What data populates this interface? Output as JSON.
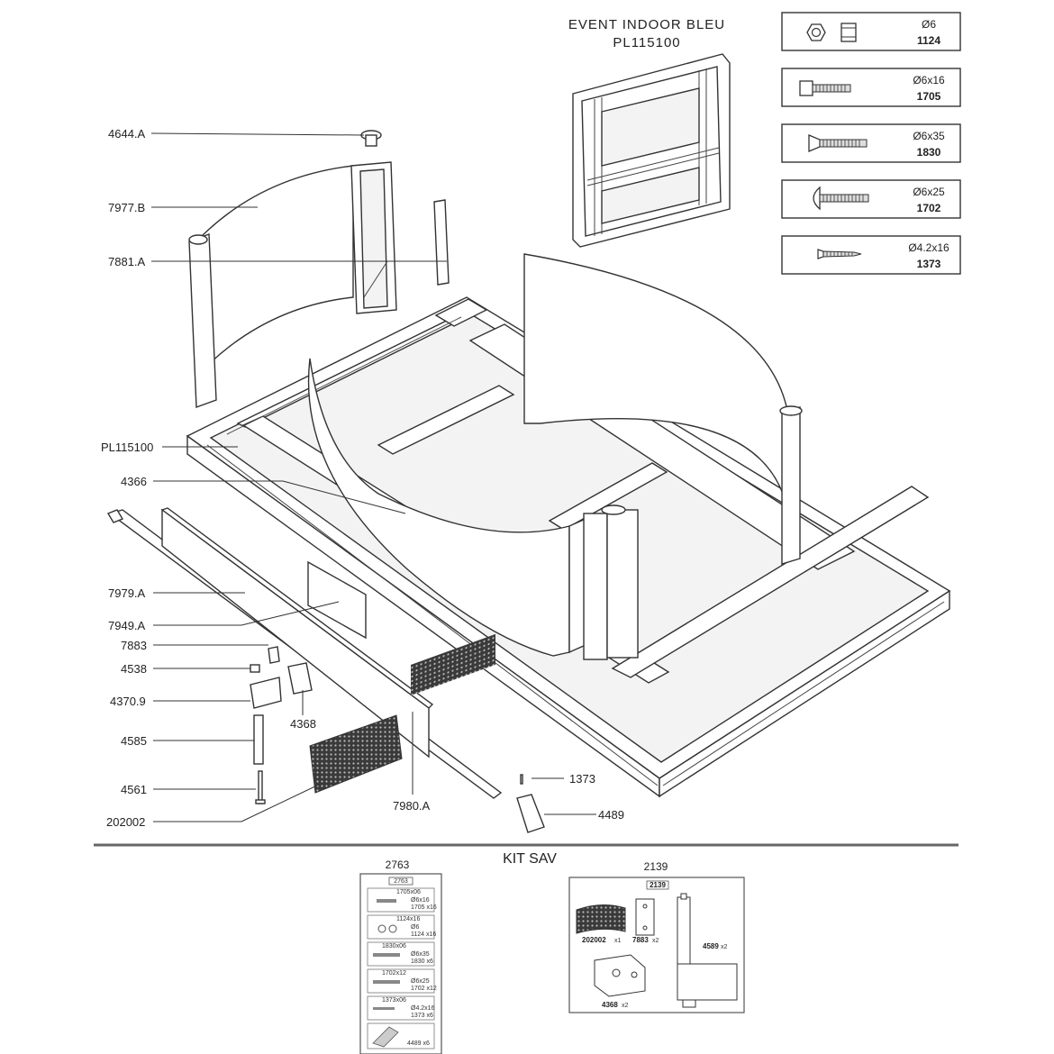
{
  "product": {
    "name": "EVENT INDOOR BLEU",
    "ref": "PL115100"
  },
  "hardware": [
    {
      "size": "Ø6",
      "code": "1124",
      "icon": "hex-nut-icon"
    },
    {
      "size": "Ø6x16",
      "code": "1705",
      "icon": "hex-bolt-icon"
    },
    {
      "size": "Ø6x35",
      "code": "1830",
      "icon": "countersunk-screw-icon"
    },
    {
      "size": "Ø6x25",
      "code": "1702",
      "icon": "round-head-bolt-icon"
    },
    {
      "size": "Ø4.2x16",
      "code": "1373",
      "icon": "wood-screw-icon"
    }
  ],
  "callouts": {
    "c4644A": "4644.A",
    "c7977B": "7977.B",
    "c7881A": "7881.A",
    "cPL115100": "PL115100",
    "c4366": "4366",
    "c7979A": "7979.A",
    "c7949A": "7949.A",
    "c7883": "7883",
    "c4538": "4538",
    "c43709": "4370.9",
    "c4368": "4368",
    "c4585": "4585",
    "c4561": "4561",
    "c202002": "202002",
    "c7980A": "7980.A",
    "c1373": "1373",
    "c4489": "4489"
  },
  "kit": {
    "title": "KIT SAV",
    "box_left": {
      "number": "2763",
      "header": "2763",
      "rows": [
        {
          "tag": "1705x06",
          "size": "Ø6x16",
          "qty": "1705 x16"
        },
        {
          "tag": "1124x16",
          "size": "Ø6",
          "qty": "1124 x16"
        },
        {
          "tag": "1830x06",
          "size": "Ø6x35",
          "qty": "1830 x6"
        },
        {
          "tag": "1702x12",
          "size": "Ø6x25",
          "qty": "1702 x12"
        },
        {
          "tag": "1373x06",
          "size": "Ø4.2x16",
          "qty": "1373 x6"
        },
        {
          "tag": "",
          "size": "",
          "qty": "4489 x6"
        }
      ]
    },
    "box_right": {
      "number": "2139",
      "header": "2139",
      "items": [
        {
          "ref": "202002",
          "qty": "x1"
        },
        {
          "ref": "7883",
          "qty": "x2"
        },
        {
          "ref": "4589",
          "qty": "x2"
        },
        {
          "ref": "4368",
          "qty": "x2"
        }
      ]
    }
  }
}
